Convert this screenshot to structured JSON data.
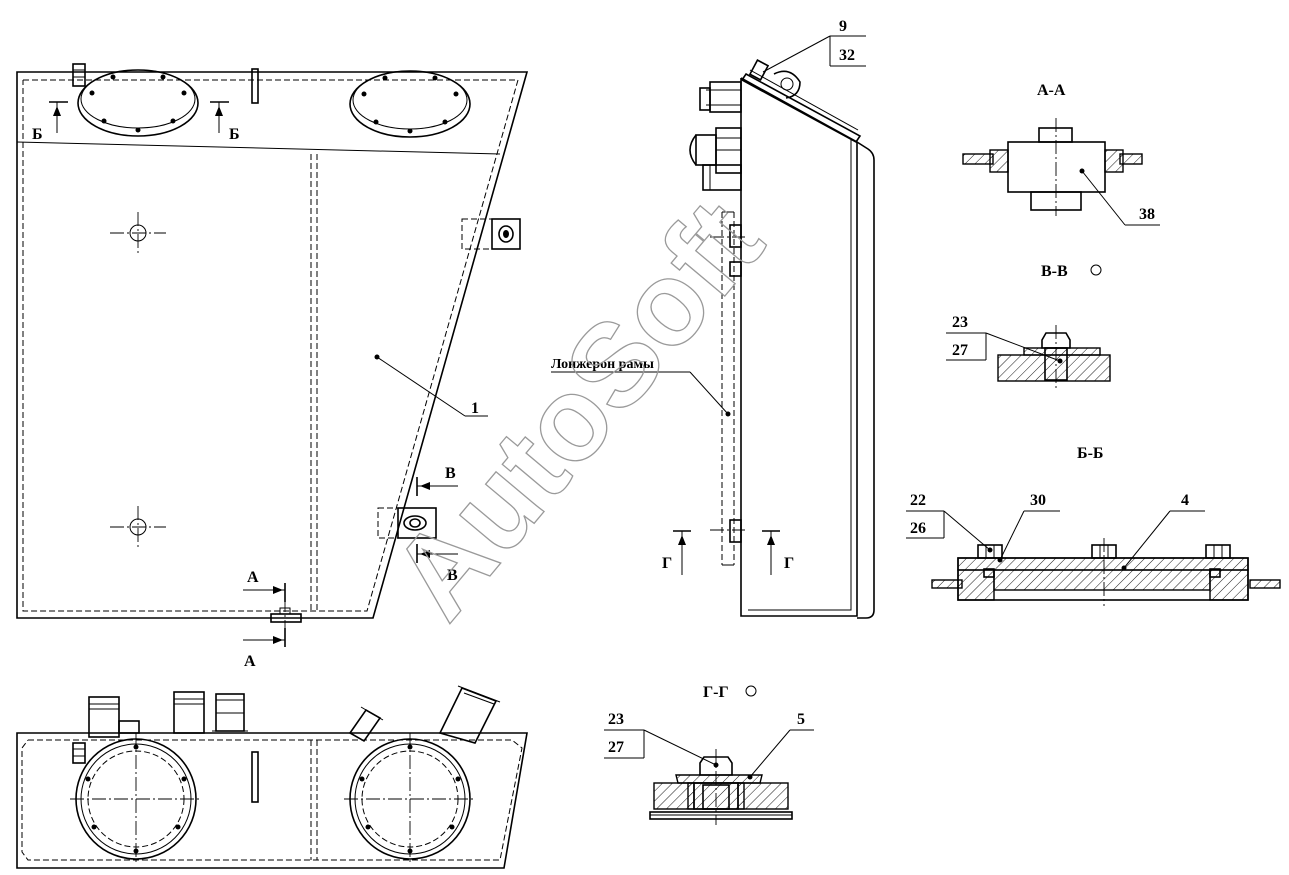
{
  "watermark": "AutoSoft",
  "section_titles": {
    "aa": "А-А",
    "vv": "В-В",
    "bb": "Б-Б",
    "gg": "Г-Г"
  },
  "cut_letters": {
    "b": "Б",
    "a": "А",
    "v": "В",
    "g": "Г"
  },
  "callouts": {
    "p1": "1",
    "p4": "4",
    "p5": "5",
    "p9": "9",
    "p22": "22",
    "p23": "23",
    "p26": "26",
    "p27": "27",
    "p30": "30",
    "p32": "32",
    "p38": "38"
  },
  "annotations": {
    "frame_rail": "Лонжерон рамы"
  }
}
